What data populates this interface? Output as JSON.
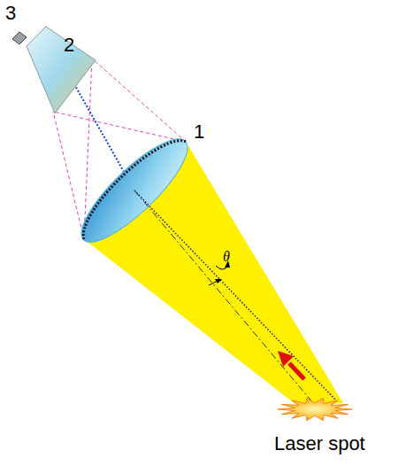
{
  "diagram": {
    "labels": [
      "3",
      "2",
      "1",
      "θ",
      "Laser spot"
    ]
  }
}
